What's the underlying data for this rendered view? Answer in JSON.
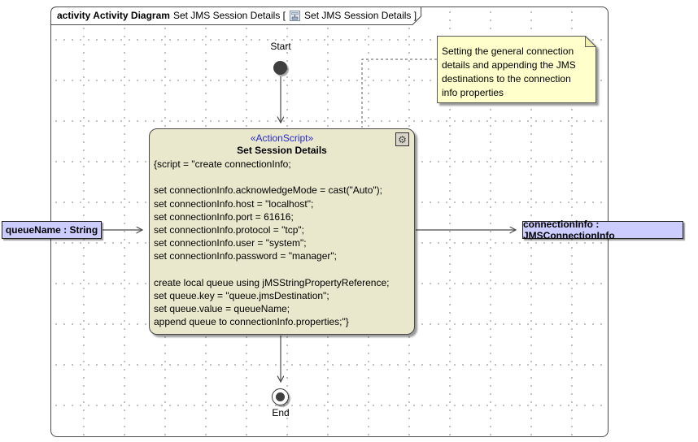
{
  "frame": {
    "title_bold": "activity Activity Diagram",
    "title_text": "Set JMS Session Details [",
    "title_ref_text": "Set JMS Session Details ]"
  },
  "nodes": {
    "start": {
      "label": "Start"
    },
    "end": {
      "label": "End"
    },
    "action": {
      "stereotype": "«ActionScript»",
      "name": "Set Session Details",
      "script_lines": [
        "{script = \"create connectionInfo;",
        "",
        "set connectionInfo.acknowledgeMode = cast(\"Auto\");",
        "set connectionInfo.host = \"localhost\";",
        "set connectionInfo.port = 61616;",
        "set connectionInfo.protocol = \"tcp\";",
        "set connectionInfo.user = \"system\";",
        "set connectionInfo.password = \"manager\";",
        "",
        "create local queue using jMSStringPropertyReference;",
        "set queue.key = \"queue.jmsDestination\";",
        "set queue.value = queueName;",
        "append queue to connectionInfo.properties;\"}"
      ]
    },
    "input_pin": {
      "label": "queueName : String"
    },
    "output_pin": {
      "label": "connectionInfo : JMSConnectionInfo"
    },
    "note": {
      "text": "Setting the general connection\ndetails and appending the JMS\ndestinations to the connection\ninfo properties"
    }
  },
  "icons": {
    "gear_glyph": "⚙"
  },
  "colors": {
    "action_fill": "#e9e7cc",
    "note_fill": "#ffffcc",
    "pin_fill": "#ccccff",
    "stereotype_text": "#2929cc",
    "line": "#4a4a4a"
  }
}
